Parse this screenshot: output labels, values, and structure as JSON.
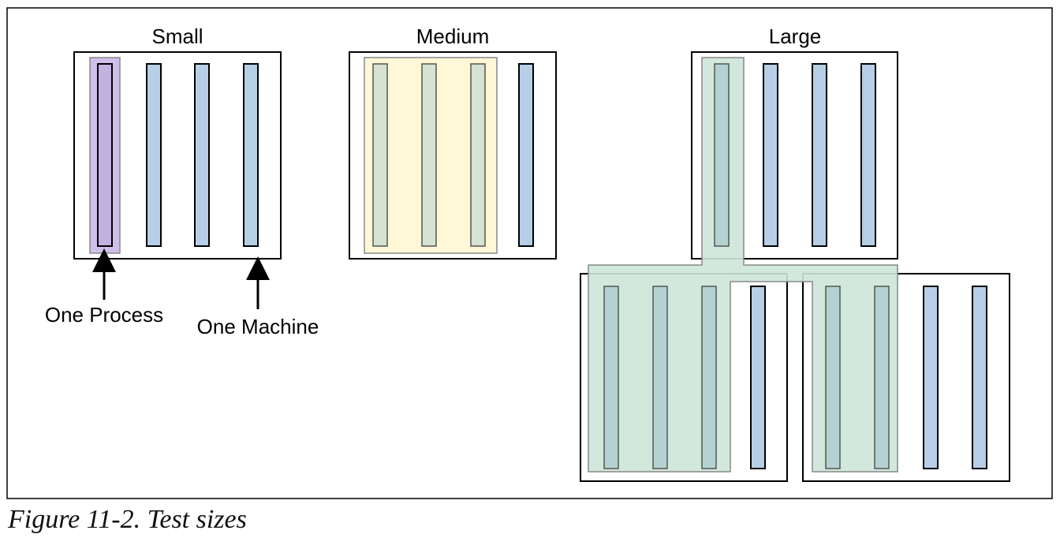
{
  "labels": {
    "small": "Small",
    "medium": "Medium",
    "large": "Large",
    "one_process": "One Process",
    "one_machine": "One Machine"
  },
  "caption": "Figure 11-2. Test sizes",
  "colors": {
    "process_bar": "#b7cfe6",
    "small_highlight": "#cfbfea",
    "medium_highlight": "#fff7d6",
    "large_highlight": "#cde6d8",
    "outline": "#000000"
  }
}
